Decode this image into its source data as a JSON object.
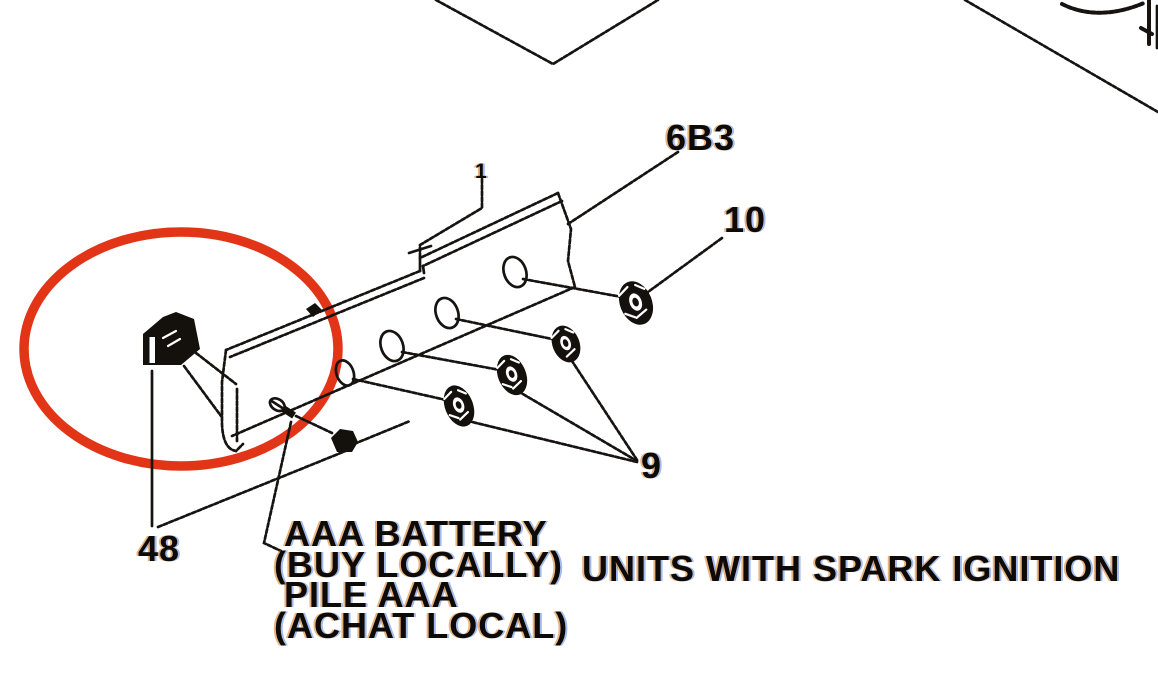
{
  "diagram": {
    "type": "exploded-parts-diagram",
    "caption": "UNITS WITH SPARK IGNITION",
    "highlight_color": "#e23517",
    "line_color": "#171310",
    "callouts": {
      "control_panel": "1",
      "panel_assembly": "6B3",
      "nut_single": "10",
      "nut_group": "9",
      "battery_holder": "48"
    },
    "battery_note": {
      "line1": "AAA BATTERY",
      "line2": "(BUY LOCALLY)",
      "line3": "PILE AAA",
      "line4": "(ACHAT LOCAL)"
    }
  }
}
